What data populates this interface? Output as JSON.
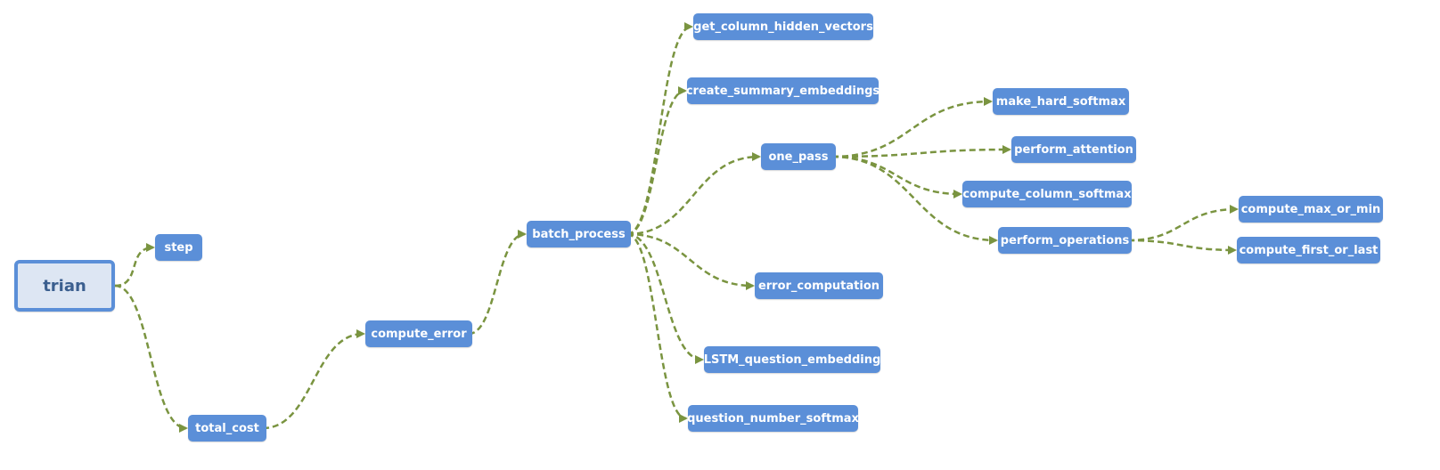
{
  "diagram": {
    "edge_color": "#7a9440",
    "node_color": "#5b8fd8",
    "root_fill": "#dde6f3",
    "nodes": {
      "trian": "trian",
      "step": "step",
      "total_cost": "total_cost",
      "compute_error": "compute_error",
      "batch_process": "batch_process",
      "get_column_hidden_vectors": "get_column_hidden_vectors",
      "create_summary_embeddings": "create_summary_embeddings",
      "one_pass": "one_pass",
      "error_computation": "error_computation",
      "LSTM_question_embedding": "LSTM_question_embedding",
      "question_number_softmax": "question_number_softmax",
      "make_hard_softmax": "make_hard_softmax",
      "perform_attention": "perform_attention",
      "compute_column_softmax": "compute_column_softmax",
      "perform_operations": "perform_operations",
      "compute_max_or_min": "compute_max_or_min",
      "compute_first_or_last": "compute_first_or_last"
    },
    "edges": [
      [
        "trian",
        "step"
      ],
      [
        "trian",
        "total_cost"
      ],
      [
        "total_cost",
        "compute_error"
      ],
      [
        "compute_error",
        "batch_process"
      ],
      [
        "batch_process",
        "get_column_hidden_vectors"
      ],
      [
        "batch_process",
        "create_summary_embeddings"
      ],
      [
        "batch_process",
        "one_pass"
      ],
      [
        "batch_process",
        "error_computation"
      ],
      [
        "batch_process",
        "LSTM_question_embedding"
      ],
      [
        "batch_process",
        "question_number_softmax"
      ],
      [
        "one_pass",
        "make_hard_softmax"
      ],
      [
        "one_pass",
        "perform_attention"
      ],
      [
        "one_pass",
        "compute_column_softmax"
      ],
      [
        "one_pass",
        "perform_operations"
      ],
      [
        "perform_operations",
        "compute_max_or_min"
      ],
      [
        "perform_operations",
        "compute_first_or_last"
      ]
    ]
  }
}
